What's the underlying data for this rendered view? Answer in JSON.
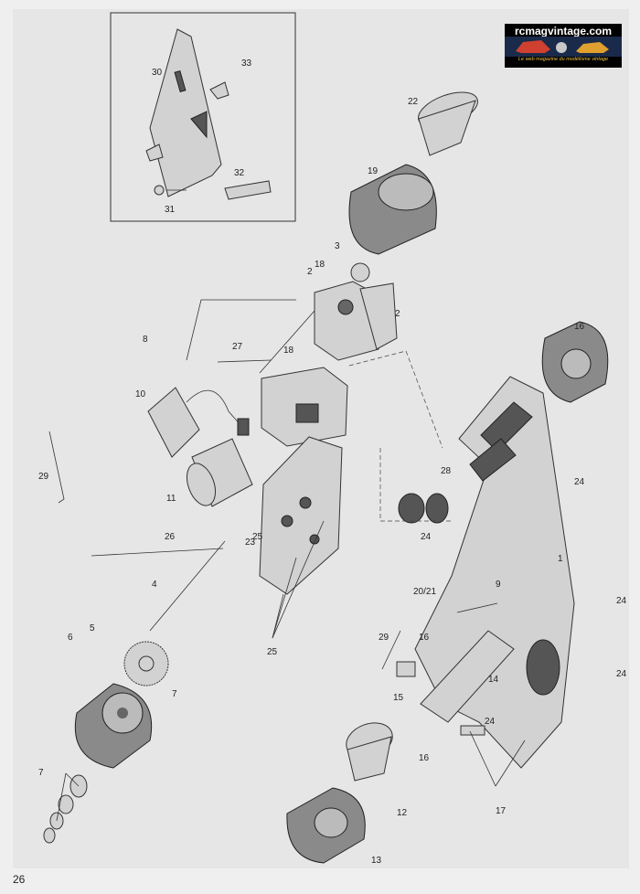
{
  "page": {
    "number": "26"
  },
  "brand": {
    "title": "rcmagvintage.com",
    "tagline": "Le web magazine du modélisme vintage"
  },
  "callouts": {
    "c1": "1",
    "c2a": "2",
    "c2b": "2",
    "c3": "3",
    "c4": "4",
    "c5": "5",
    "c6": "6",
    "c7a": "7",
    "c7b": "7",
    "c8": "8",
    "c9": "9",
    "c10": "10",
    "c11": "11",
    "c12": "12",
    "c13": "13",
    "c14": "14",
    "c15": "15",
    "c16a": "16",
    "c16b": "16",
    "c16c": "16",
    "c17": "17",
    "c18a": "18",
    "c18b": "18",
    "c19": "19",
    "c20": "20/21",
    "c22": "22",
    "c23": "23",
    "c24a": "24",
    "c24b": "24",
    "c24c": "24",
    "c24d": "24",
    "c24e": "24",
    "c25a": "25",
    "c25b": "25",
    "c26": "26",
    "c27": "27",
    "c28": "28",
    "c29a": "29",
    "c29b": "29",
    "c30": "30",
    "c31": "31",
    "c32": "32",
    "c33": "33"
  }
}
